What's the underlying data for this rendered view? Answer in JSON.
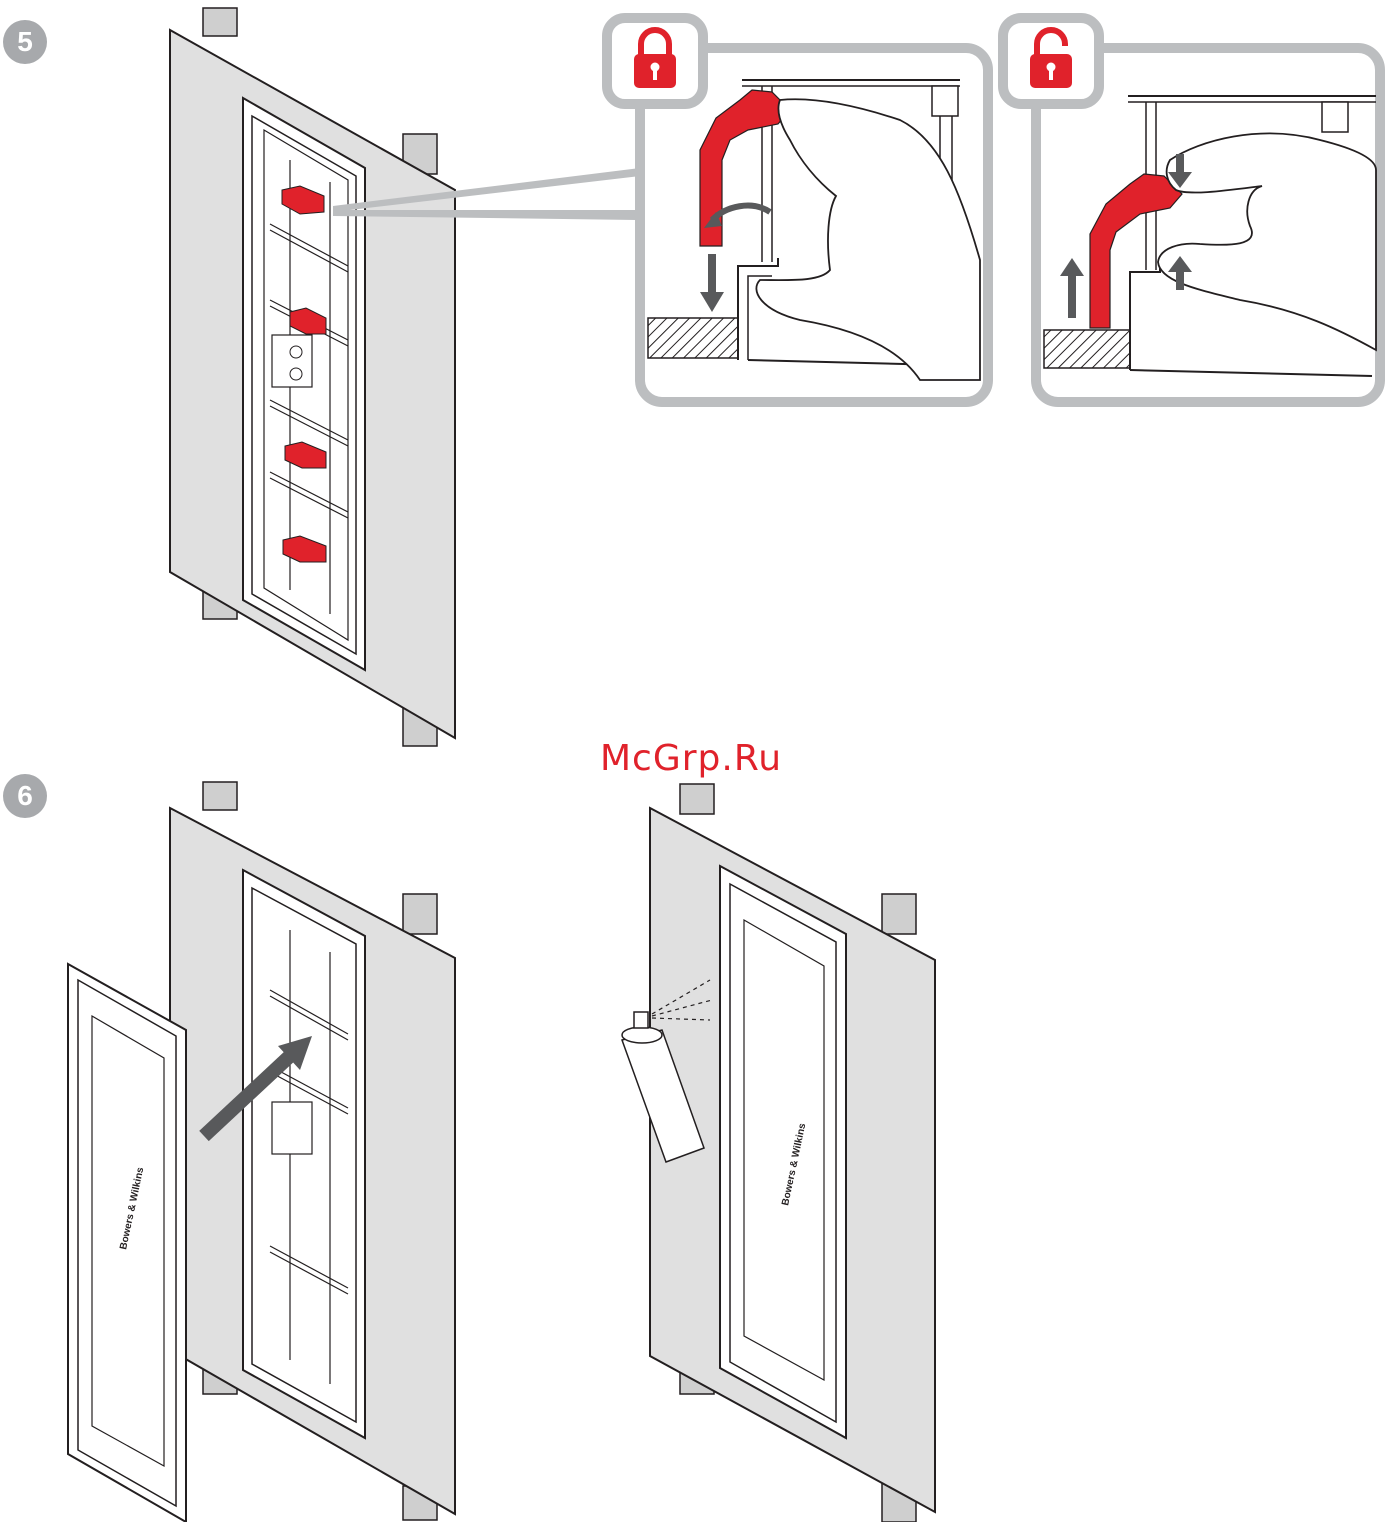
{
  "steps": {
    "step5": "5",
    "step6": "6"
  },
  "watermark": "McGrp.Ru",
  "brand_text": "Bowers & Wilkins",
  "icons": {
    "locked": "padlock-closed-icon",
    "unlocked": "padlock-open-icon"
  },
  "colors": {
    "accent": "#e0222b",
    "panel": "#e0e0e0",
    "badge": "#a7a9ac",
    "callout": "#bcbec0",
    "arrow": "#58595b"
  }
}
